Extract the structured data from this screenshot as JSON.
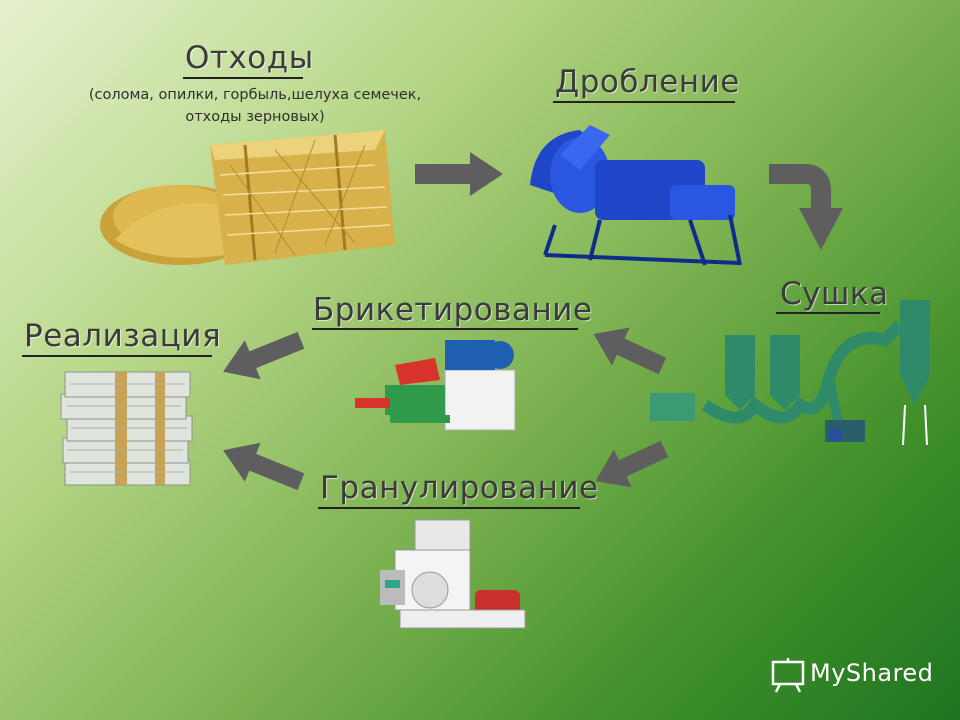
{
  "stages": {
    "waste": {
      "title": "Отходы",
      "subtitle_line1": "(солома, опилки, горбыль,шелуха семечек,",
      "subtitle_line2": "отходы зерновых)"
    },
    "crushing": {
      "title": "Дробление"
    },
    "drying": {
      "title": "Сушка"
    },
    "briquetting": {
      "title": "Брикетирование"
    },
    "granulation": {
      "title": "Гранулирование"
    },
    "sale": {
      "title": "Реализация"
    }
  },
  "watermark": {
    "text": "MyShared",
    "icon": "presentation-board-icon"
  },
  "colors": {
    "arrow": "#5e5e5e",
    "crusher": "#1f46c9",
    "dryer": "#2f8a6a",
    "straw": "#d8b64a"
  }
}
